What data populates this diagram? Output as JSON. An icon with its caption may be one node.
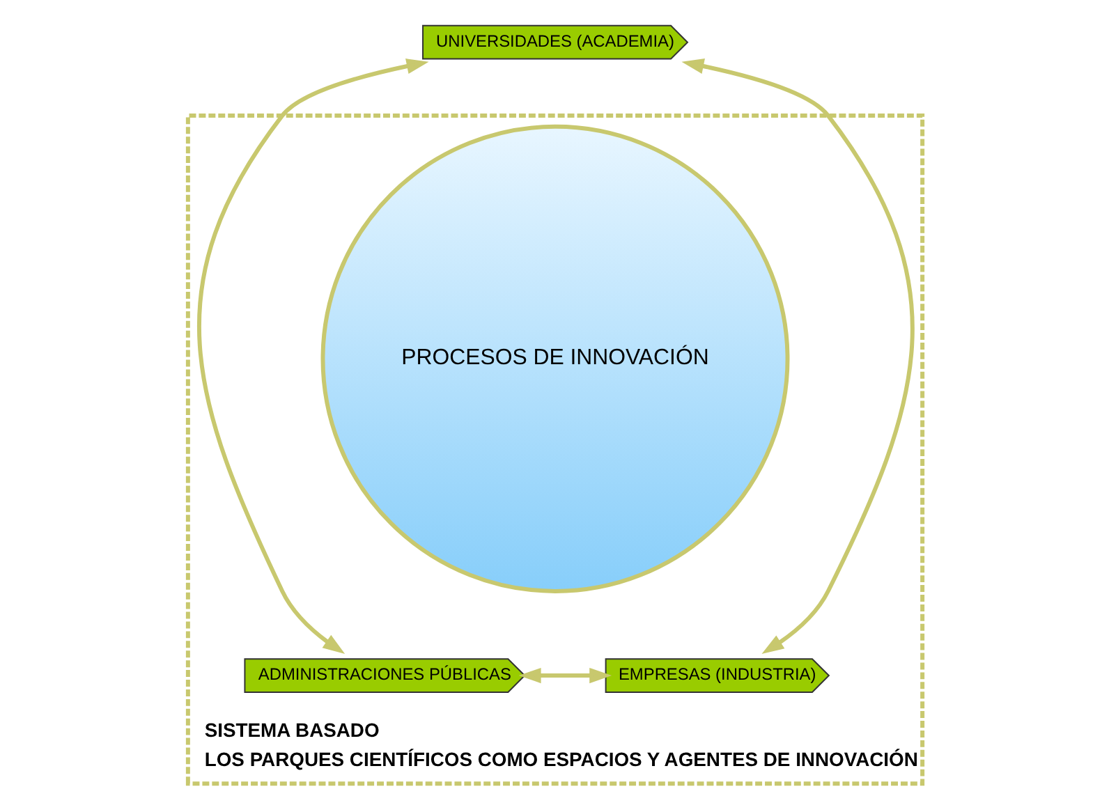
{
  "diagram": {
    "nodes": [
      {
        "text": [
          "SISTEMA BASADO",
          "LOS PARQUES CIENTÍFICOS COMO ESPACIOS Y AGENTES DE INNOVACIÓN"
        ]
      },
      {
        "text": [
          "UNIVERSIDADES (ACADEMIA)"
        ]
      },
      {
        "text": [
          "PROCESOS DE INNOVACIÓN"
        ],
        "in": 0
      },
      {
        "text": [
          "ADMINISTRACIONES PÚBLICAS"
        ],
        "in": 0
      },
      {
        "text": [
          "EMPRESAS (INDUSTRIA)"
        ],
        "in": 0
      }
    ],
    "edges": [
      {
        "from": 3,
        "to": 1,
        "arrow": "both"
      },
      {
        "from": 1,
        "to": 4,
        "arrow": "both"
      },
      {
        "from": 3,
        "to": 4,
        "arrow": "both"
      }
    ]
  }
}
